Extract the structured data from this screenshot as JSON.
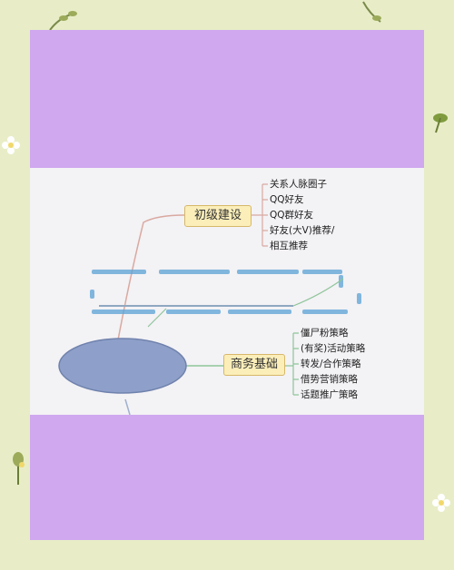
{
  "diagram": {
    "branch_top": {
      "label": "初级建设",
      "items": [
        "关系人脉圈子",
        "QQ好友",
        "QQ群好友",
        "好友(大V)推荐/",
        "相互推荐"
      ]
    },
    "branch_bottom": {
      "label": "商务基础",
      "items": [
        "僵尸粉策略",
        "(有奖)活动策略",
        "转发/合作策略",
        "借势营销策略",
        "话题推广策略"
      ]
    }
  },
  "colors": {
    "background": "#e8edc7",
    "frame": "#cfa8ef",
    "screen": "#f3f2f5",
    "node_fill": "#fbeeb9",
    "ellipse": "#8ea0c9",
    "branch_line": "#8fc59a"
  }
}
